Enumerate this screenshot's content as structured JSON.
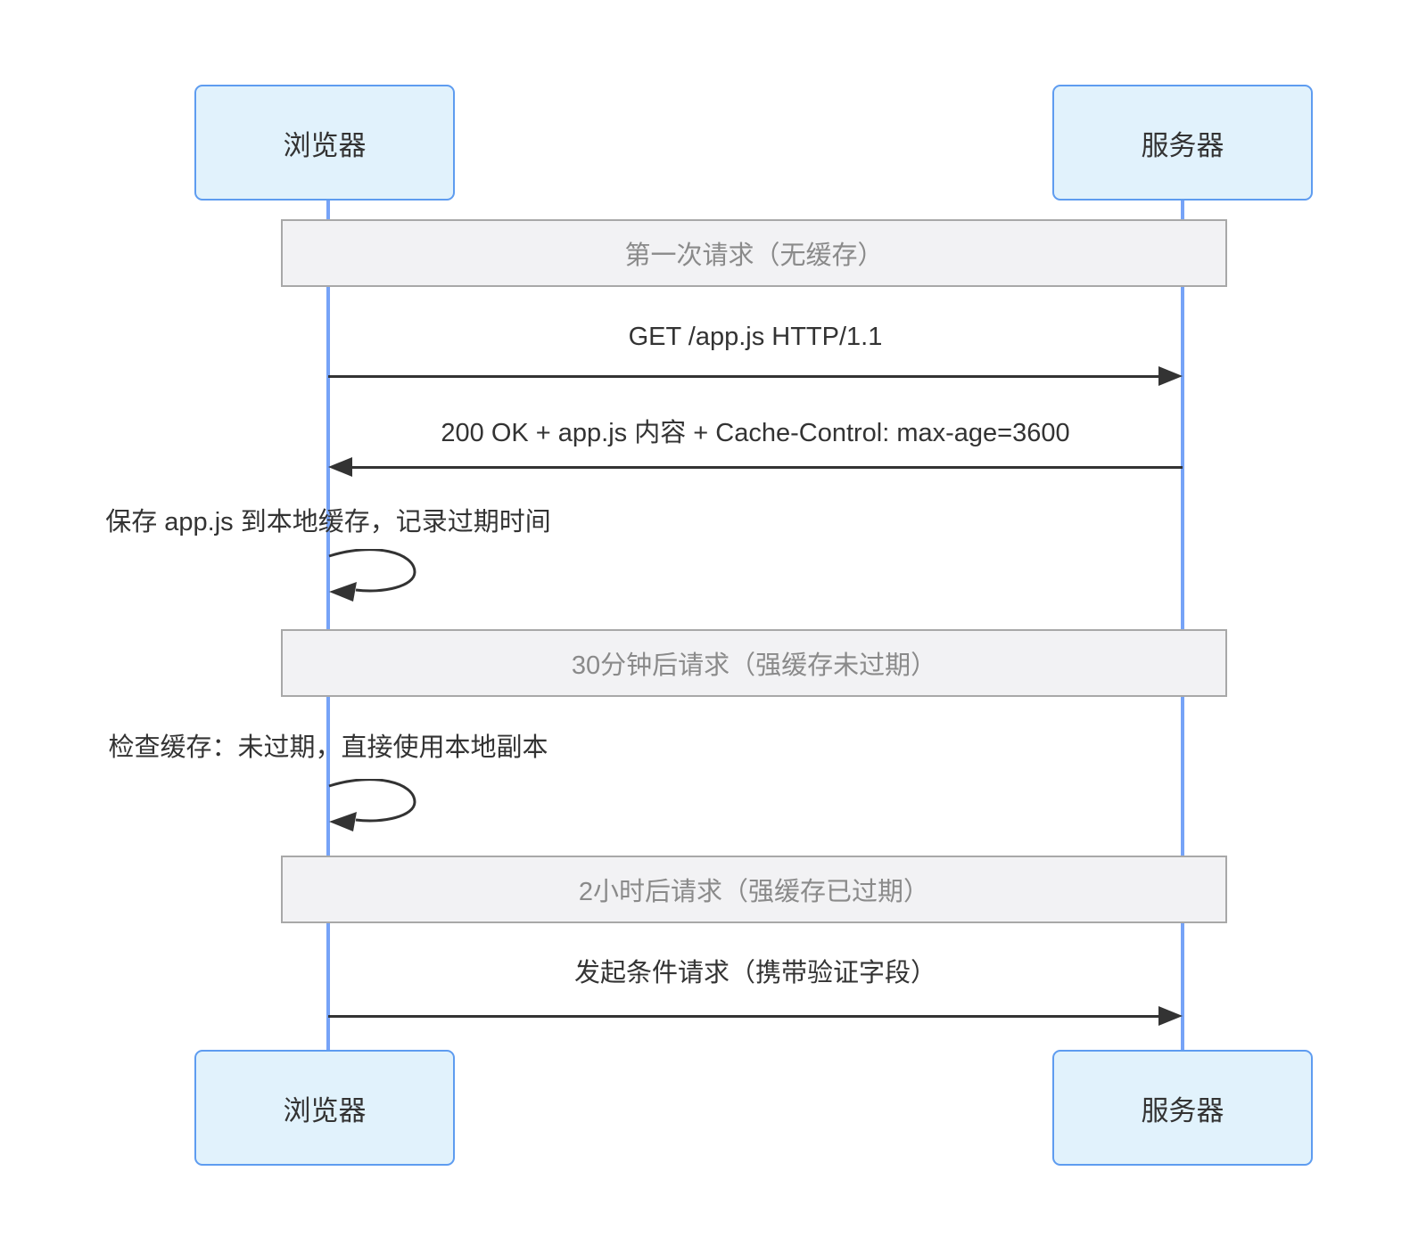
{
  "diagram": {
    "type": "sequence-diagram",
    "actors": {
      "browser": "浏览器",
      "server": "服务器"
    },
    "sections": [
      {
        "label": "第一次请求（无缓存）"
      },
      {
        "label": "30分钟后请求（强缓存未过期）"
      },
      {
        "label": "2小时后请求（强缓存已过期）"
      }
    ],
    "messages": [
      {
        "label": "GET /app.js HTTP/1.1",
        "from": "浏览器",
        "to": "服务器",
        "type": "solid-arrow-right"
      },
      {
        "label": "200 OK + app.js 内容 + Cache-Control: max-age=3600",
        "from": "服务器",
        "to": "浏览器",
        "type": "solid-arrow-left"
      },
      {
        "label": "保存 app.js 到本地缓存，记录过期时间",
        "from": "浏览器",
        "to": "浏览器",
        "type": "self-loop"
      },
      {
        "label": "检查缓存：未过期，直接使用本地副本",
        "from": "浏览器",
        "to": "浏览器",
        "type": "self-loop"
      },
      {
        "label": "发起条件请求（携带验证字段）",
        "from": "浏览器",
        "to": "服务器",
        "type": "solid-arrow-right"
      }
    ]
  },
  "colors": {
    "lifeline": "#76A3F7",
    "actorFill": "#E1F2FC",
    "actorBorder": "#5E9CF0",
    "bandFill": "#F2F2F4",
    "bandBorder": "#A8A8A8",
    "bandText": "#8A8A8A",
    "arrow": "#333333",
    "msgText": "#333333"
  }
}
